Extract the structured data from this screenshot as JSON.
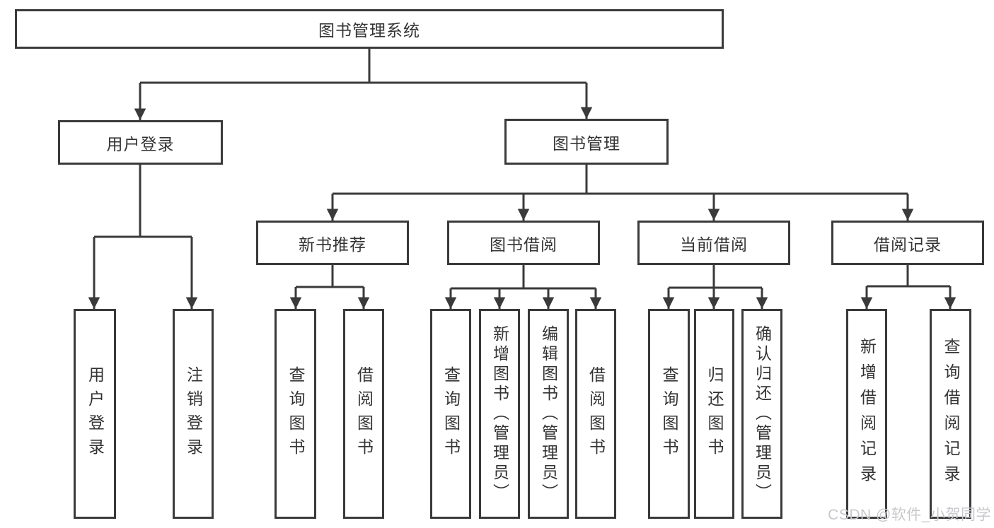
{
  "diagram": {
    "root": {
      "label": "图书管理系统"
    },
    "level2": [
      {
        "label": "用户登录",
        "children": [
          {
            "label": "用户登录"
          },
          {
            "label": "注销登录"
          }
        ]
      },
      {
        "label": "图书管理"
      }
    ],
    "level3": [
      {
        "label": "新书推荐",
        "children": [
          {
            "label": "查询图书"
          },
          {
            "label": "借阅图书"
          }
        ]
      },
      {
        "label": "图书借阅",
        "children": [
          {
            "label": "查询图书"
          },
          {
            "label": "新增图书（管理员）"
          },
          {
            "label": "编辑图书（管理员）"
          },
          {
            "label": "借阅图书"
          }
        ]
      },
      {
        "label": "当前借阅",
        "children": [
          {
            "label": "查询图书"
          },
          {
            "label": "归还图书"
          },
          {
            "label": "确认归还（管理员）"
          }
        ]
      },
      {
        "label": "借阅记录",
        "children": [
          {
            "label": "新增借阅记录"
          },
          {
            "label": "查询借阅记录"
          }
        ]
      }
    ],
    "colors": {
      "line": "#3a3a3a",
      "box_border": "#3a3a3a",
      "text": "#333333",
      "background": "#ffffff",
      "watermark": "#c8c8cc"
    }
  },
  "watermark": {
    "text": "CSDN @软件_小贺同学"
  }
}
